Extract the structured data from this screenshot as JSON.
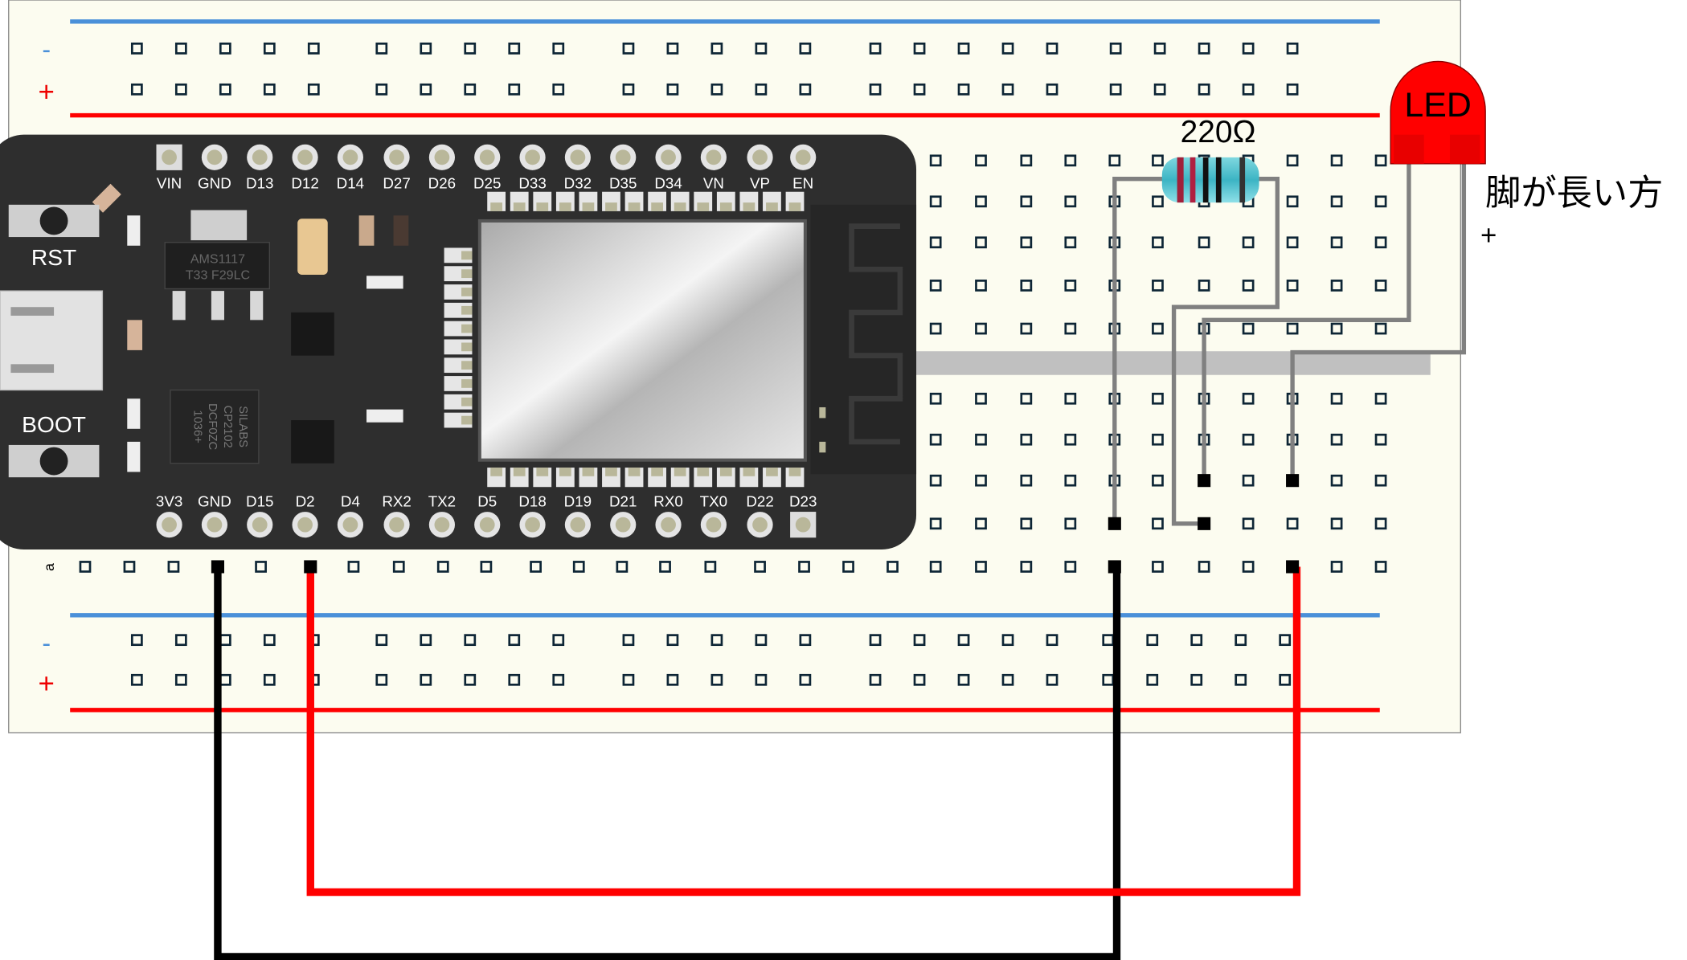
{
  "breadboard": {
    "row_label": "a",
    "rail_minus": "-",
    "rail_plus": "+",
    "colors": {
      "board": "#fcfcf0",
      "rail_blue": "#4a90d9",
      "rail_red": "#ff0000",
      "hole": "#0d2535",
      "channel": "#c0c0c0"
    }
  },
  "esp32": {
    "top_pins": [
      "VIN",
      "GND",
      "D13",
      "D12",
      "D14",
      "D27",
      "D26",
      "D25",
      "D33",
      "D32",
      "D35",
      "D34",
      "VN",
      "VP",
      "EN"
    ],
    "bottom_pins": [
      "3V3",
      "GND",
      "D15",
      "D2",
      "D4",
      "RX2",
      "TX2",
      "D5",
      "D18",
      "D19",
      "D21",
      "RX0",
      "TX0",
      "D22",
      "D23"
    ],
    "rst_label": "RST",
    "boot_label": "BOOT",
    "regulator": {
      "line1": "AMS1117",
      "line2": "T33 F29LC"
    },
    "usb_chip": {
      "line1": "SILABS",
      "line2": "CP2102",
      "line3": "DCF0ZC",
      "line4": "1036+"
    },
    "colors": {
      "pcb": "#2e2e2e",
      "pin": "#b9b79a"
    }
  },
  "resistor": {
    "label": "220Ω"
  },
  "led": {
    "label": "LED",
    "color": "#ff0000",
    "long_leg_note": "脚が長い方",
    "plus_sign": "+"
  },
  "wires": {
    "gnd_color": "#000000",
    "signal_color": "#ff0000",
    "jumper_color": "#808080"
  }
}
